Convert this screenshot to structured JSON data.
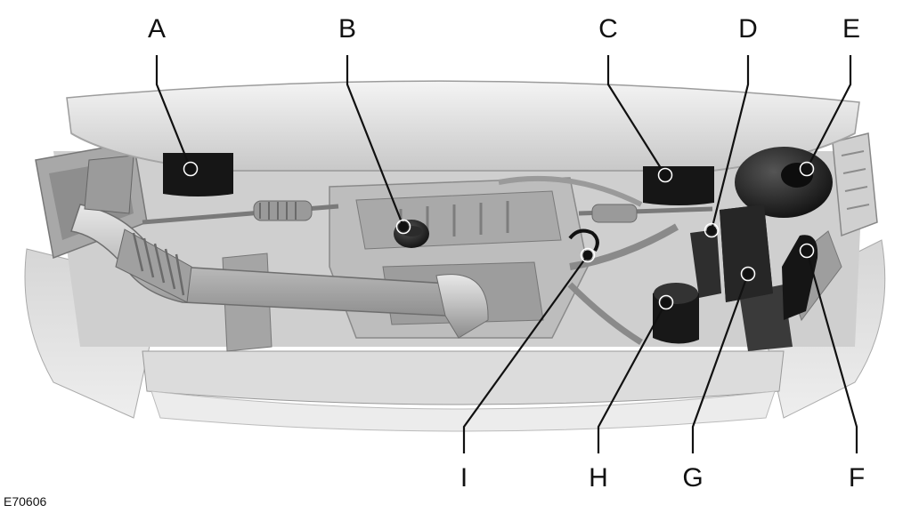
{
  "callouts": {
    "a": "A",
    "b": "B",
    "c": "C",
    "d": "D",
    "e": "E",
    "f": "F",
    "g": "G",
    "h": "H",
    "i": "I"
  },
  "figure_code": "E70606",
  "colors": {
    "line": "#111111",
    "component_dark": "#1a1a1a",
    "metal_light": "#d9d9d9",
    "metal_mid": "#b5b5b5",
    "metal_dark": "#8a8a8a"
  }
}
